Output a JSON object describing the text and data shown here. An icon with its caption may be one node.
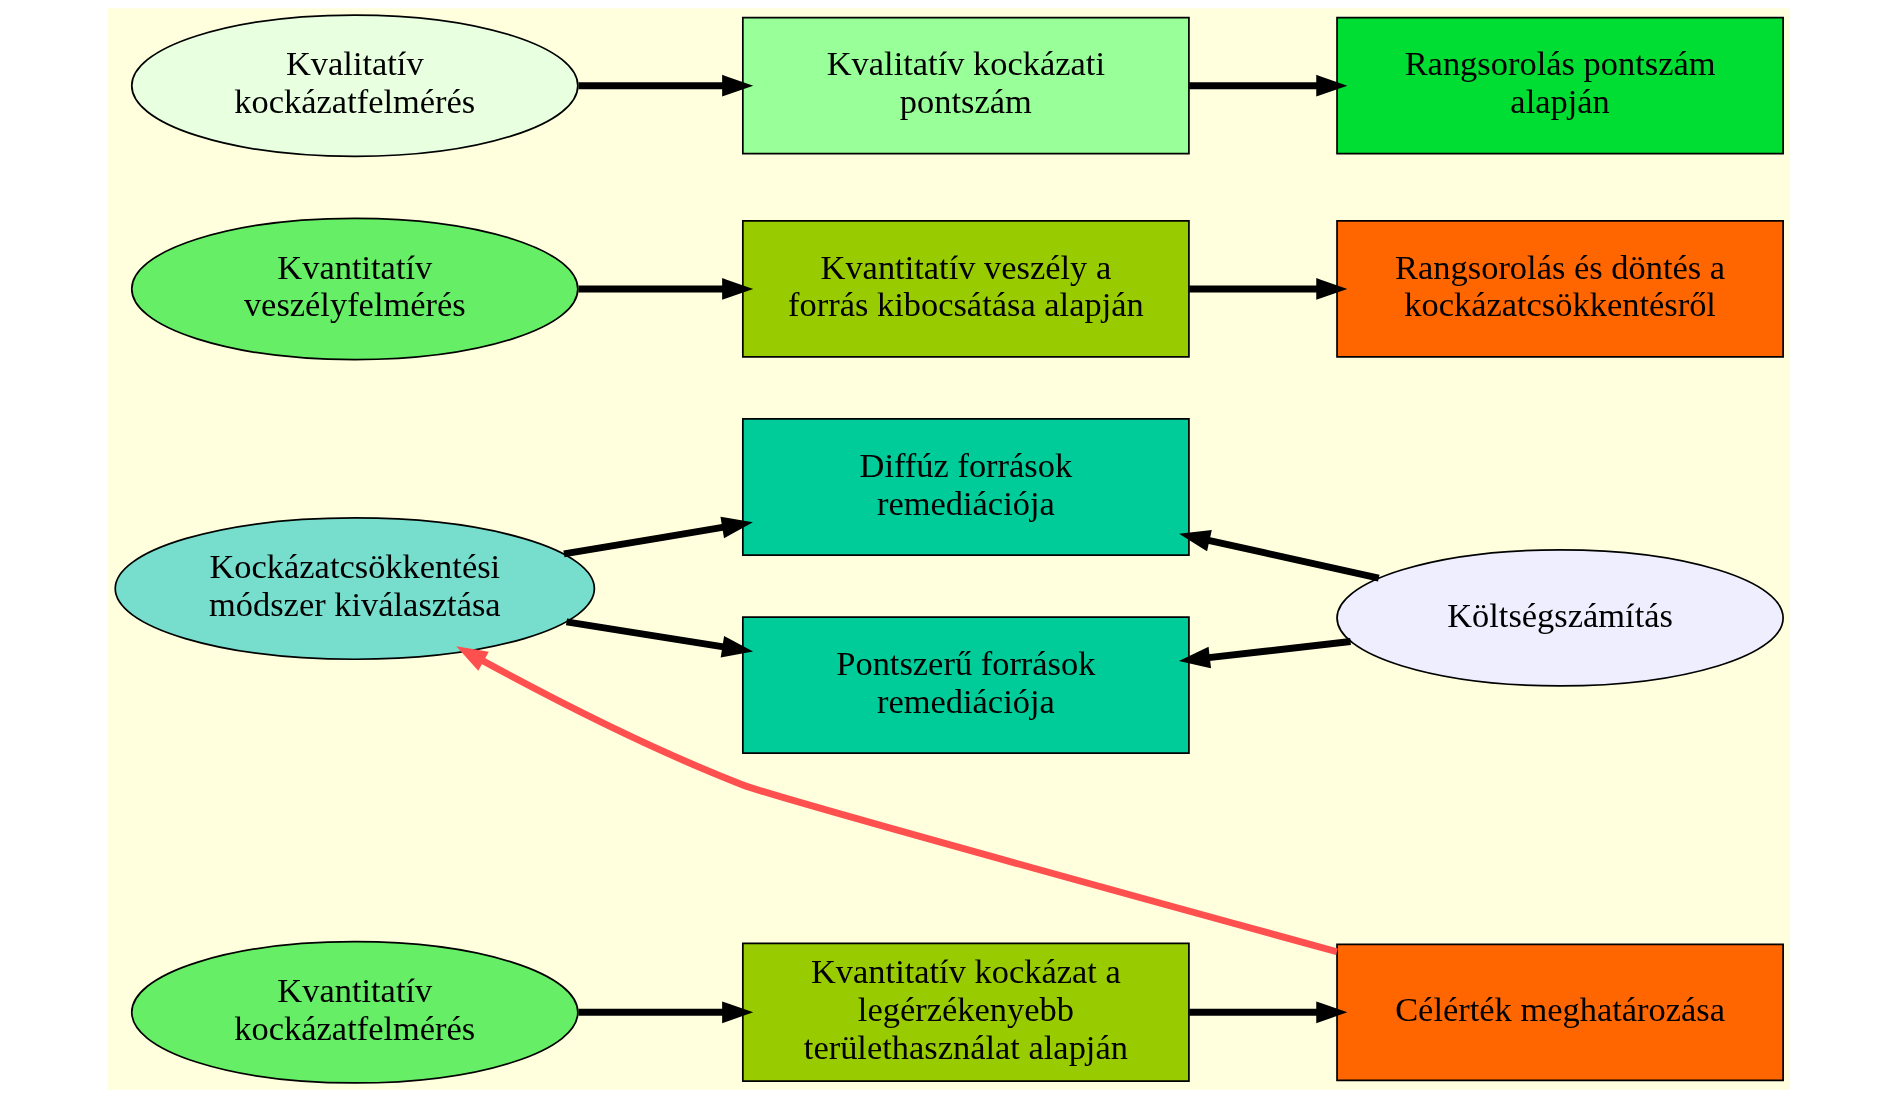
{
  "diagram": {
    "nodes": [
      {
        "text": [
          "Kvalitatív kockázatfelmérés"
        ]
      },
      {
        "text": [
          "Kvalitatív kockázati pontszám"
        ]
      },
      {
        "text": [
          "Rangsorolás pontszám alapján"
        ]
      },
      {
        "text": [
          "Kvantitatív veszélyfelmérés"
        ]
      },
      {
        "text": [
          "Kvantitatív veszély a forrás kibocsátása alapján"
        ]
      },
      {
        "text": [
          "Rangsorolás és döntés a kockázatcsökkentésről"
        ]
      },
      {
        "text": [
          "Kvantitatív kockázatfelmérés"
        ]
      },
      {
        "text": [
          "Kvantitatív kockázat a legérzékenyebb területhasználat alapján"
        ]
      },
      {
        "text": [
          "Célérték meghatározása"
        ]
      },
      {
        "text": [
          "Kockázatcsökkentési módszer kiválasztása"
        ]
      },
      {
        "text": [
          "Pontszerű források remediációja"
        ]
      },
      {
        "text": [
          "Diffúz források remediációja"
        ]
      },
      {
        "text": [
          "Költségszámítás"
        ]
      }
    ],
    "edges": [
      {
        "from": 0,
        "to": 1,
        "arrow": "to"
      },
      {
        "from": 1,
        "to": 2,
        "arrow": "to"
      },
      {
        "from": 3,
        "to": 4,
        "arrow": "to"
      },
      {
        "from": 4,
        "to": 5,
        "arrow": "to"
      },
      {
        "from": 6,
        "to": 7,
        "arrow": "to"
      },
      {
        "from": 7,
        "to": 8,
        "arrow": "to"
      },
      {
        "from": 8,
        "to": 9,
        "arrow": "to",
        "color": "#ff5050"
      },
      {
        "from": 9,
        "to": 10,
        "arrow": "to"
      },
      {
        "from": 9,
        "to": 11,
        "arrow": "to"
      },
      {
        "from": 12,
        "to": 10,
        "arrow": "to"
      },
      {
        "from": 12,
        "to": 11,
        "arrow": "to"
      }
    ]
  }
}
